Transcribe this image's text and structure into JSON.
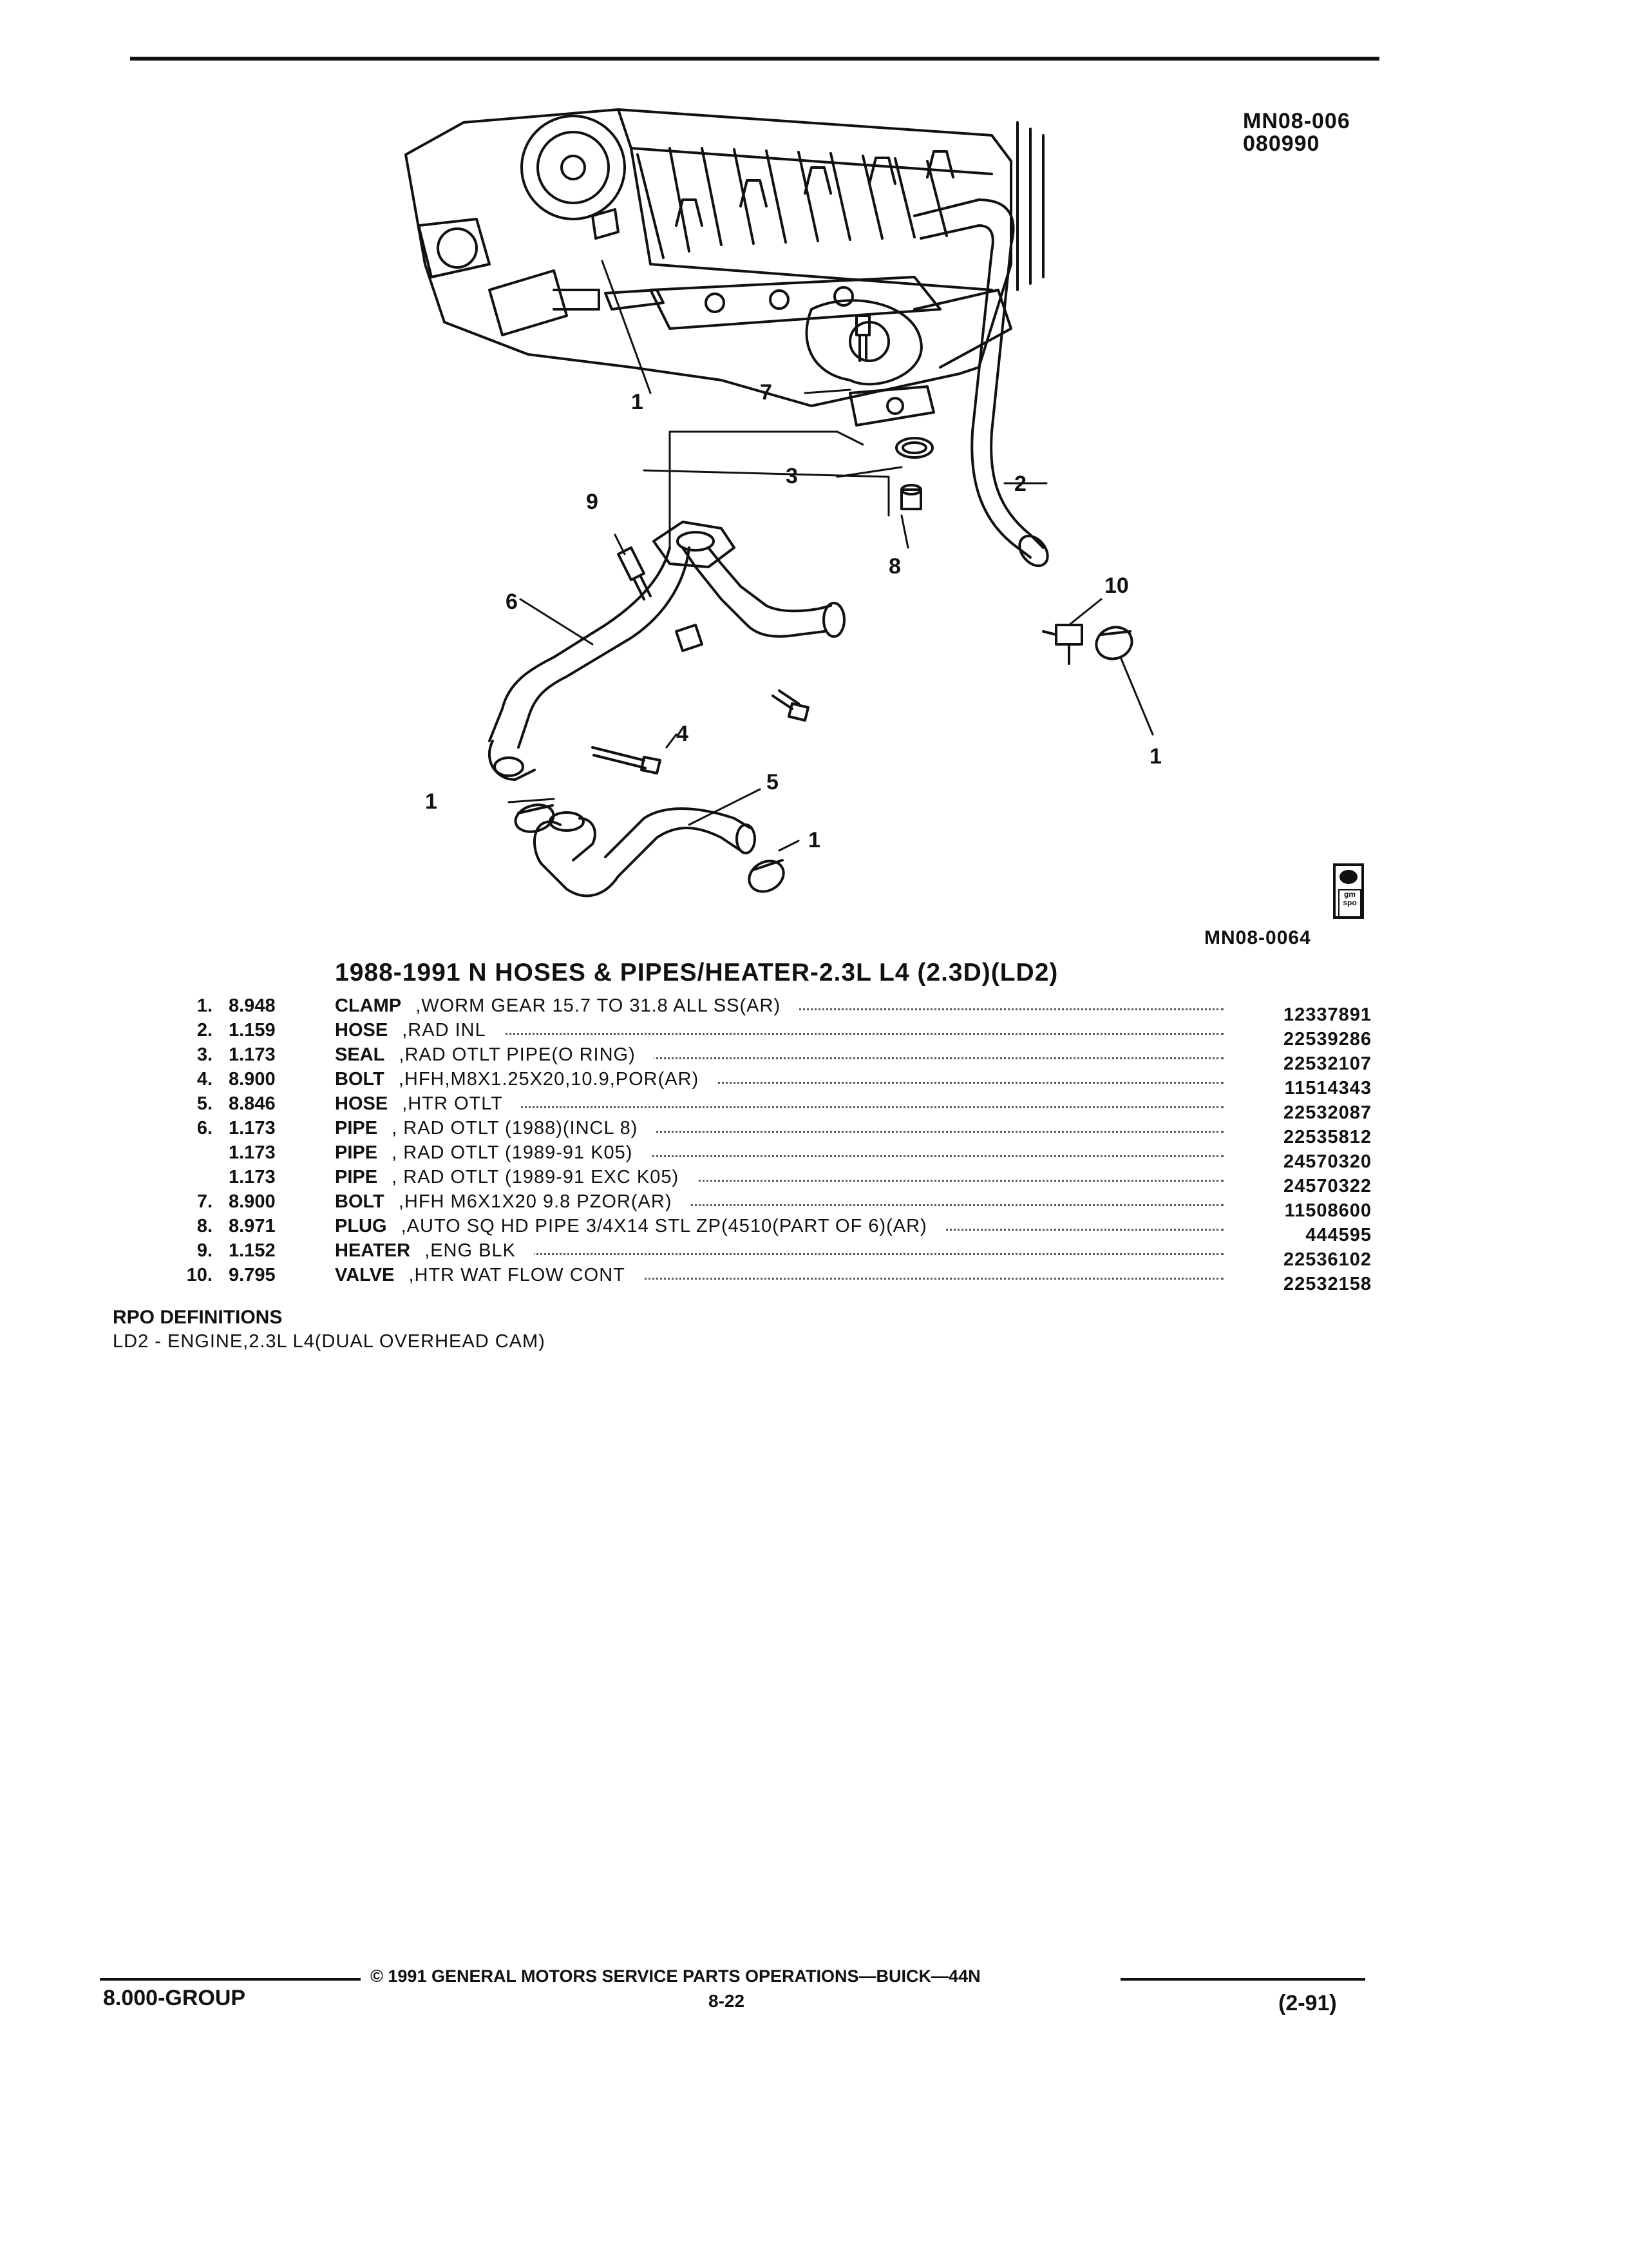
{
  "header": {
    "code_top": "MN08-006",
    "code_date": "080990"
  },
  "diagram": {
    "figure_code": "MN08-0064",
    "callouts": [
      "1",
      "7",
      "3",
      "2",
      "9",
      "8",
      "10",
      "6",
      "4",
      "1",
      "5",
      "1",
      "1"
    ],
    "badge": "gm spo"
  },
  "title": "1988-1991 N HOSES & PIPES/HEATER-2.3L L4 (2.3D)(LD2)",
  "parts": [
    {
      "num": "1.",
      "group": "8.948",
      "name": "CLAMP",
      "desc": ",WORM GEAR 15.7 TO 31.8 ALL SS(AR)",
      "pn": "12337891"
    },
    {
      "num": "2.",
      "group": "1.159",
      "name": "HOSE",
      "desc": ",RAD INL",
      "pn": "22539286"
    },
    {
      "num": "3.",
      "group": "1.173",
      "name": "SEAL",
      "desc": ",RAD OTLT PIPE(O RING)",
      "pn": "22532107"
    },
    {
      "num": "4.",
      "group": "8.900",
      "name": "BOLT",
      "desc": ",HFH,M8X1.25X20,10.9,POR(AR)",
      "pn": "11514343"
    },
    {
      "num": "5.",
      "group": "8.846",
      "name": "HOSE",
      "desc": ",HTR OTLT",
      "pn": "22532087"
    },
    {
      "num": "6.",
      "group": "1.173",
      "name": "PIPE",
      "desc": ", RAD OTLT (1988)(INCL 8)",
      "pn": "22535812"
    },
    {
      "num": "",
      "group": "1.173",
      "name": "PIPE",
      "desc": ", RAD OTLT (1989-91 K05)",
      "pn": "24570320"
    },
    {
      "num": "",
      "group": "1.173",
      "name": "PIPE",
      "desc": ", RAD OTLT (1989-91 EXC K05)",
      "pn": "24570322"
    },
    {
      "num": "7.",
      "group": "8.900",
      "name": "BOLT",
      "desc": ",HFH M6X1X20 9.8 PZOR(AR)",
      "pn": "11508600"
    },
    {
      "num": "8.",
      "group": "8.971",
      "name": "PLUG",
      "desc": ",AUTO SQ HD PIPE 3/4X14 STL ZP(4510(PART OF 6)(AR)",
      "pn": "444595"
    },
    {
      "num": "9.",
      "group": "1.152",
      "name": "HEATER",
      "desc": ",ENG BLK",
      "pn": "22536102"
    },
    {
      "num": "10.",
      "group": "9.795",
      "name": "VALVE",
      "desc": ",HTR WAT FLOW CONT",
      "pn": "22532158"
    }
  ],
  "rpo": {
    "heading": "RPO DEFINITIONS",
    "definition": "LD2 - ENGINE,2.3L L4(DUAL OVERHEAD CAM)"
  },
  "footer": {
    "group": "8.000-GROUP",
    "copyright": "© 1991 GENERAL MOTORS SERVICE PARTS OPERATIONS—BUICK—44N",
    "page": "8-22",
    "date": "(2-91)"
  }
}
